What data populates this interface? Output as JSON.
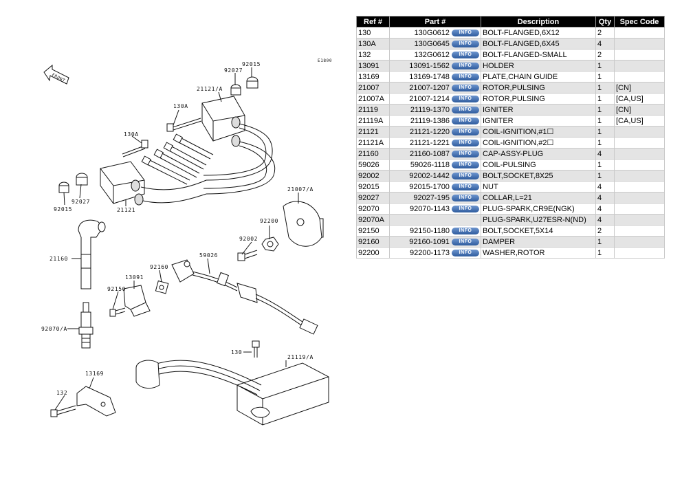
{
  "diagram": {
    "code": "E1800",
    "front_label": "FRONT",
    "callouts": {
      "c92015a": "92015",
      "c92027a": "92027",
      "c21121a": "21121/A",
      "c130a1": "130A",
      "c130a2": "130A",
      "c92015b": "92015",
      "c92027b": "92027",
      "c21121": "21121",
      "c21007": "21007/A",
      "c92200": "92200",
      "c92002": "92002",
      "c21160": "21160",
      "c92160": "92160",
      "c59026": "59026",
      "c13091": "13091",
      "c92150": "92150",
      "c92070": "92070/A",
      "c130": "130",
      "c21119": "21119/A",
      "c13169": "13169",
      "c132": "132"
    }
  },
  "table": {
    "headers": {
      "ref": "Ref #",
      "part": "Part #",
      "desc": "Description",
      "qty": "Qty",
      "spec": "Spec Code"
    },
    "info_label": "INFO",
    "rows": [
      {
        "ref": "130",
        "part": "130G0612",
        "desc": "BOLT-FLANGED,6X12",
        "qty": "2",
        "spec": ""
      },
      {
        "ref": "130A",
        "part": "130G0645",
        "desc": "BOLT-FLANGED,6X45",
        "qty": "4",
        "spec": ""
      },
      {
        "ref": "132",
        "part": "132G0612",
        "desc": "BOLT-FLANGED-SMALL",
        "qty": "2",
        "spec": ""
      },
      {
        "ref": "13091",
        "part": "13091-1562",
        "desc": "HOLDER",
        "qty": "1",
        "spec": ""
      },
      {
        "ref": "13169",
        "part": "13169-1748",
        "desc": "PLATE,CHAIN GUIDE",
        "qty": "1",
        "spec": ""
      },
      {
        "ref": "21007",
        "part": "21007-1207",
        "desc": "ROTOR,PULSING",
        "qty": "1",
        "spec": "[CN]"
      },
      {
        "ref": "21007A",
        "part": "21007-1214",
        "desc": "ROTOR,PULSING",
        "qty": "1",
        "spec": "[CA,US]"
      },
      {
        "ref": "21119",
        "part": "21119-1370",
        "desc": "IGNITER",
        "qty": "1",
        "spec": "[CN]"
      },
      {
        "ref": "21119A",
        "part": "21119-1386",
        "desc": "IGNITER",
        "qty": "1",
        "spec": "[CA,US]"
      },
      {
        "ref": "21121",
        "part": "21121-1220",
        "desc": "COIL-IGNITION,#1☐",
        "qty": "1",
        "spec": ""
      },
      {
        "ref": "21121A",
        "part": "21121-1221",
        "desc": "COIL-IGNITION,#2☐",
        "qty": "1",
        "spec": ""
      },
      {
        "ref": "21160",
        "part": "21160-1087",
        "desc": "CAP-ASSY-PLUG",
        "qty": "4",
        "spec": ""
      },
      {
        "ref": "59026",
        "part": "59026-1118",
        "desc": "COIL-PULSING",
        "qty": "1",
        "spec": ""
      },
      {
        "ref": "92002",
        "part": "92002-1442",
        "desc": "BOLT,SOCKET,8X25",
        "qty": "1",
        "spec": ""
      },
      {
        "ref": "92015",
        "part": "92015-1700",
        "desc": "NUT",
        "qty": "4",
        "spec": ""
      },
      {
        "ref": "92027",
        "part": "92027-195",
        "desc": "COLLAR,L=21",
        "qty": "4",
        "spec": ""
      },
      {
        "ref": "92070",
        "part": "92070-1143",
        "desc": "PLUG-SPARK,CR9E(NGK)",
        "qty": "4",
        "spec": ""
      },
      {
        "ref": "92070A",
        "part": "",
        "desc": "PLUG-SPARK,U27ESR-N(ND)",
        "qty": "4",
        "spec": ""
      },
      {
        "ref": "92150",
        "part": "92150-1180",
        "desc": "BOLT,SOCKET,5X14",
        "qty": "2",
        "spec": ""
      },
      {
        "ref": "92160",
        "part": "92160-1091",
        "desc": "DAMPER",
        "qty": "1",
        "spec": ""
      },
      {
        "ref": "92200",
        "part": "92200-1173",
        "desc": "WASHER,ROTOR",
        "qty": "1",
        "spec": ""
      }
    ]
  }
}
